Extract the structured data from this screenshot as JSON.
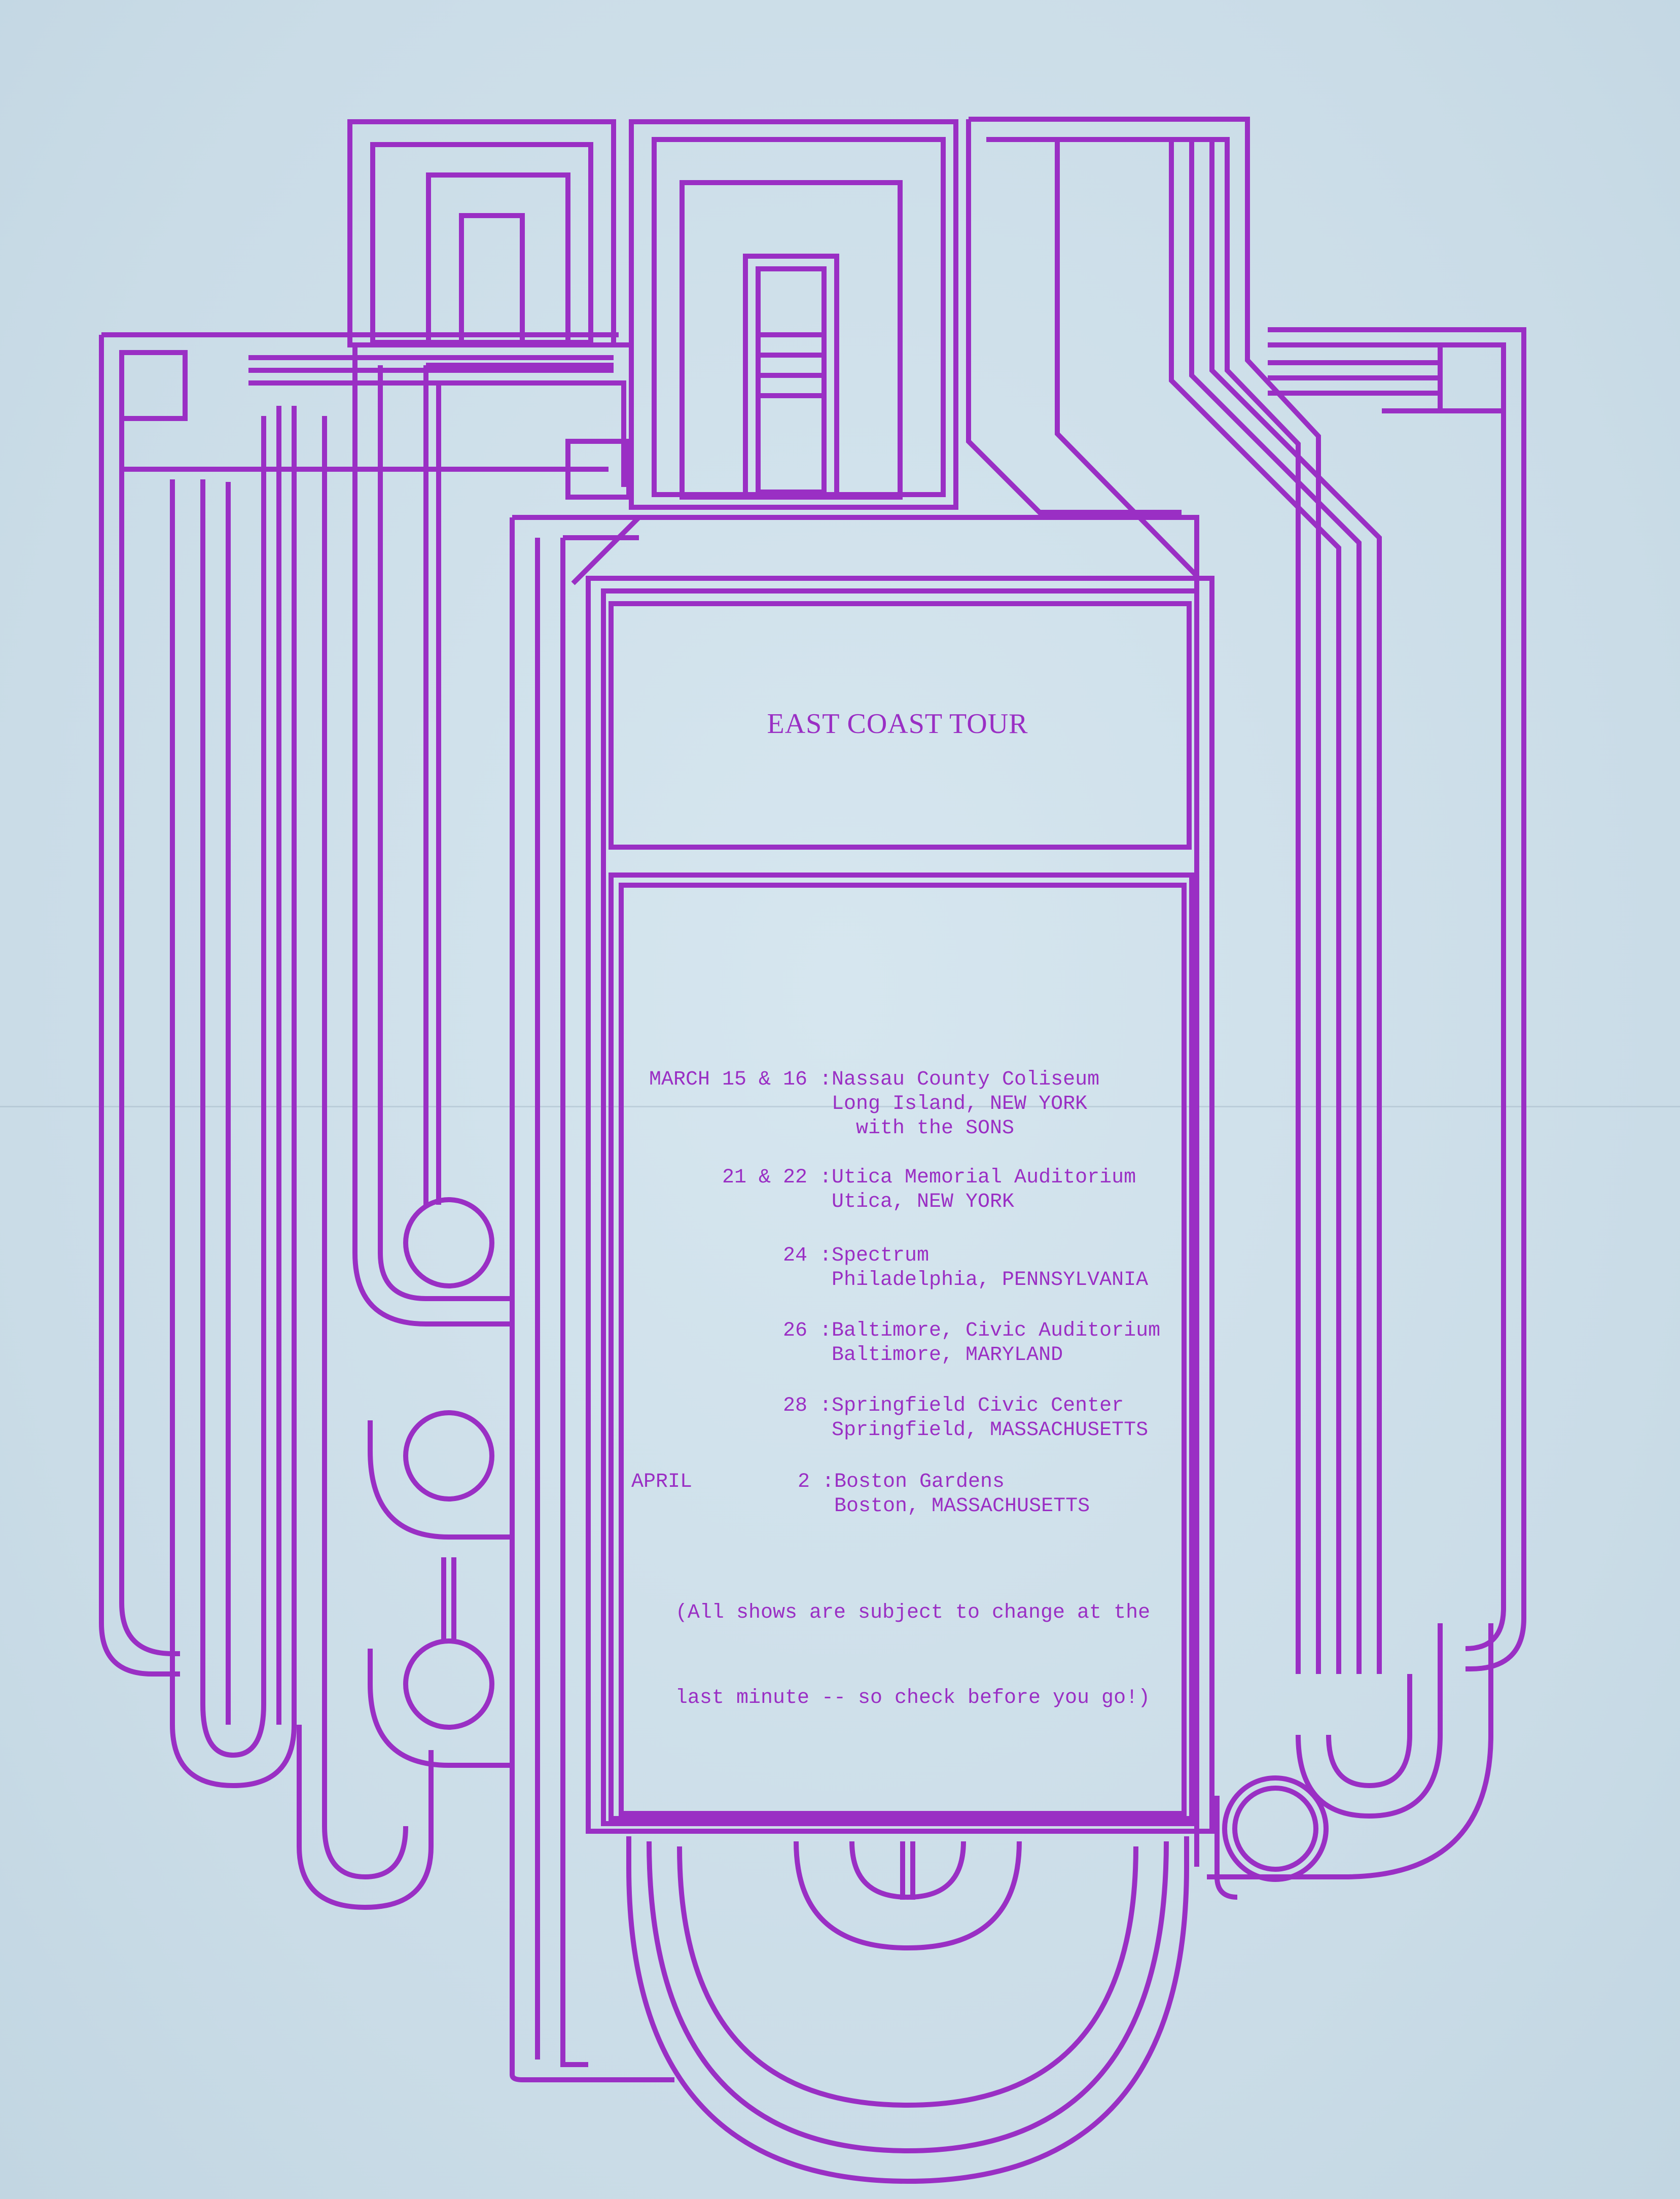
{
  "title": "EAST COAST TOUR",
  "schedule": [
    {
      "date": "MARCH 15 & 16 :",
      "lines": [
        "Nassau County Coliseum",
        "Long Island, NEW YORK",
        "  with the SONS"
      ]
    },
    {
      "date": "21 & 22 :",
      "lines": [
        "Utica Memorial Auditorium",
        "Utica, NEW YORK"
      ]
    },
    {
      "date": "24 :",
      "lines": [
        "Spectrum",
        "Philadelphia, PENNSYLVANIA"
      ]
    },
    {
      "date": "26 :",
      "lines": [
        "Baltimore, Civic Auditorium",
        "Baltimore, MARYLAND"
      ]
    },
    {
      "date": "28 :",
      "lines": [
        "Springfield Civic Center",
        "Springfield, MASSACHUSETTS"
      ]
    },
    {
      "month": "APRIL",
      "date": "2 :",
      "lines": [
        "Boston Gardens",
        "Boston, MASSACHUSETTS"
      ]
    }
  ],
  "note": [
    "(All shows are subject to change at the",
    "last minute -- so check before you go!)"
  ],
  "colors": {
    "ink": "#9a2fc4",
    "paper": "#cfe0ea"
  }
}
